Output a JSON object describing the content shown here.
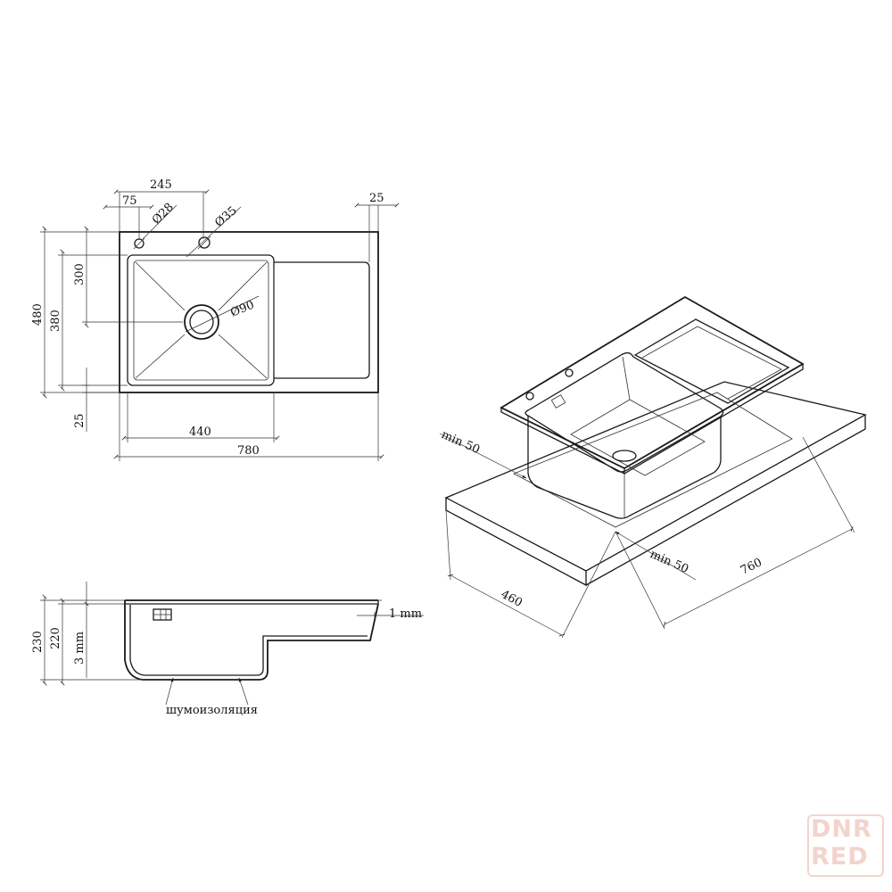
{
  "top_view": {
    "dim_245": "245",
    "dim_75": "75",
    "dim_d28": "Ø28",
    "dim_d35": "Ø35",
    "dim_25_top": "25",
    "dim_480": "480",
    "dim_380": "380",
    "dim_300": "300",
    "dim_d90": "Ø90",
    "dim_25_left": "25",
    "dim_440": "440",
    "dim_780": "780"
  },
  "side_view": {
    "dim_230": "230",
    "dim_220": "220",
    "dim_3mm": "3 mm",
    "dim_1mm": "1 mm",
    "noise_label": "шумоизоляция"
  },
  "iso_view": {
    "min50_left": "min 50",
    "min50_right": "min 50",
    "dim_460": "460",
    "dim_760": "760"
  },
  "watermark": {
    "line1": "DNR",
    "line2": "RED"
  }
}
